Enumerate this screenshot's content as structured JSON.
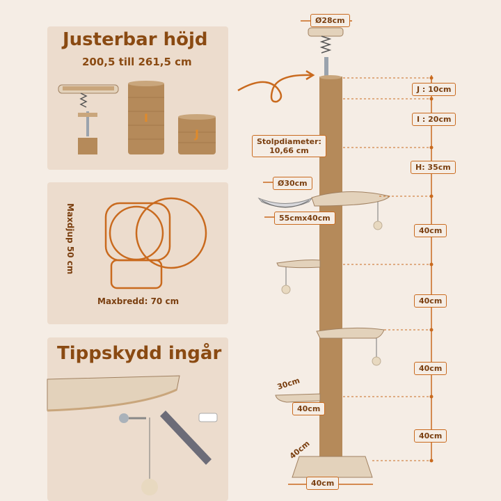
{
  "panel1": {
    "title": "Justerbar höjd",
    "subtitle": "200,5 till 261,5 cm",
    "letter_i": "I",
    "letter_j": "J"
  },
  "panel2": {
    "depth_label": "Maxdjup 50 cm",
    "width_label": "Maxbredd: 70 cm"
  },
  "panel3": {
    "title": "Tippskydd ingår"
  },
  "tree": {
    "top_diameter": "Ø28cm",
    "post_diameter_label": "Stolpdiameter:",
    "post_diameter_value": "10,66 cm",
    "basket_diameter": "Ø30cm",
    "platform_size": "55cmx40cm",
    "step_width": "30cm",
    "step_depth": "40cm",
    "base_depth": "40cm",
    "base_width": "40cm"
  },
  "heights": {
    "j": "J : 10cm",
    "i": "I : 20cm",
    "h": "H: 35cm",
    "s1": "40cm",
    "s2": "40cm",
    "s3": "40cm",
    "s4": "40cm"
  },
  "colors": {
    "accent": "#c96a1e",
    "sisal": "#b58a5a",
    "wood": "#e3d2bb",
    "panel": "#ecdccd",
    "background": "#f5ede5"
  }
}
